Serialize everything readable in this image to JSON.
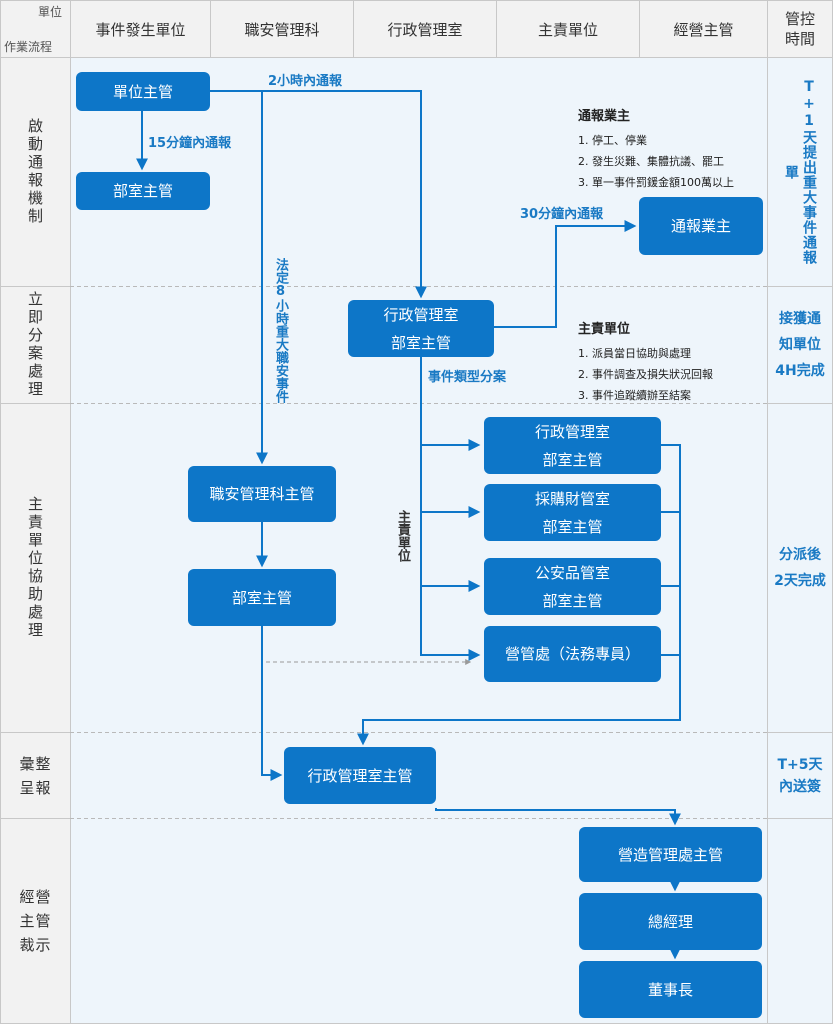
{
  "header": {
    "corner_unit": "單位",
    "corner_flow": "作業流程",
    "columns": [
      "事件發生單位",
      "職安管理科",
      "行政管理室",
      "主責單位",
      "經營主管"
    ],
    "control_col": "管控\n時間"
  },
  "lanes": [
    {
      "label": "啟動通報機制",
      "control": "T+1天提出重大事件通報單"
    },
    {
      "label": "立即分案處理",
      "control": "接獲通\n知單位\n4H完成"
    },
    {
      "label": "主責單位協助處理",
      "control": "分派後\n2天完成"
    },
    {
      "label": "彙整\n呈報",
      "control": "T+5天\n內送簽"
    },
    {
      "label": "經營\n主管\n裁示",
      "control": ""
    }
  ],
  "nodes": {
    "unit_head": "單位主管",
    "dept_head_1": "部室主管",
    "notify_owner": "通報業主",
    "admin_dept": [
      "行政管理室",
      "部室主管"
    ],
    "safety_head": "職安管理科主管",
    "dept_head_2": "部室主管",
    "admin_office": [
      "行政管理室",
      "部室主管"
    ],
    "procurement": [
      "採購財管室",
      "部室主管"
    ],
    "public_safety": [
      "公安品管室",
      "部室主管"
    ],
    "legal": "營管處（法務專員）",
    "admin_summary": "行政管理室主管",
    "construction_head": "營造管理處主管",
    "gm": "總經理",
    "chairman": "董事長"
  },
  "labels": {
    "notify_2h": "2小時內通報",
    "notify_15m": "15分鐘內通報",
    "notify_30m": "30分鐘內通報",
    "legal_8h": "法定8小時重大職安事件",
    "classify": "事件類型分案",
    "responsible": "主責單位"
  },
  "notes": {
    "owner": {
      "title": "通報業主",
      "items": [
        "1. 停工、停業",
        "2. 發生災難、集體抗議、罷工",
        "3. 單一事件罰鍰金額100萬以上"
      ]
    },
    "resp": {
      "title": "主責單位",
      "items": [
        "1. 派員當日協助與處理",
        "2. 事件調查及損失狀況回報",
        "3. 事件追蹤續辦至結案"
      ]
    }
  },
  "colors": {
    "box": "#0d76c8",
    "accent": "#1a7ac4",
    "line": "#0d76c8",
    "grid": "#c8c8c8",
    "lane_bg": "#eef5fb"
  }
}
